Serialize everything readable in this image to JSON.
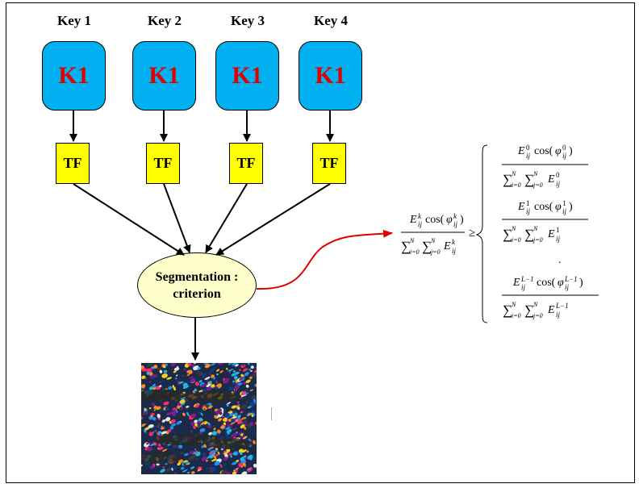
{
  "keys": [
    {
      "label": "Key 1",
      "box": "K1"
    },
    {
      "label": "Key 2",
      "box": "K1"
    },
    {
      "label": "Key 3",
      "box": "K1"
    },
    {
      "label": "Key 4",
      "box": "K1"
    }
  ],
  "tf_label": "TF",
  "segmentation": {
    "line1": "Segmentation :",
    "line2": "criterion"
  },
  "colors": {
    "key_fill": "#00b0f0",
    "key_text": "#e00000",
    "tf_fill": "#ffff00",
    "seg_fill": "#ffffcc",
    "curve_arrow": "#e00000"
  }
}
